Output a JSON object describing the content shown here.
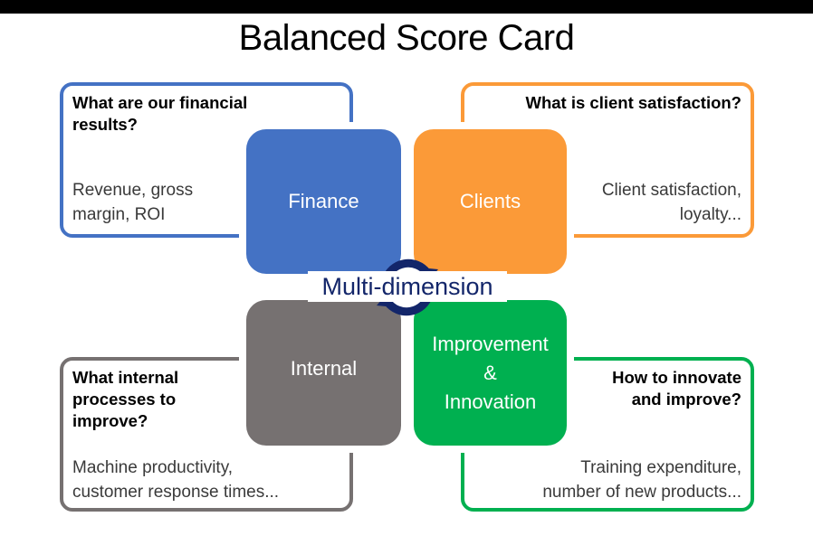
{
  "title": "Balanced Score Card",
  "center": {
    "label": "Multi-dimension",
    "icon": "cycle-arrows-icon",
    "color": "#13266a"
  },
  "quadrants": {
    "finance": {
      "tile_label": [
        "Finance"
      ],
      "question": [
        "What are our financial",
        "results?"
      ],
      "details": [
        "Revenue, gross",
        "margin, ROI"
      ],
      "color": "#4472c4"
    },
    "clients": {
      "tile_label": [
        "Clients"
      ],
      "question": [
        "What is client satisfaction?"
      ],
      "details": [
        "Client satisfaction,",
        "loyalty..."
      ],
      "color": "#fb9a38"
    },
    "internal": {
      "tile_label": [
        "Internal"
      ],
      "question": [
        "What internal",
        "processes to",
        "improve?"
      ],
      "details": [
        "Machine productivity,",
        "customer response times..."
      ],
      "color": "#767171"
    },
    "improvement": {
      "tile_label": [
        "Improvement",
        "&",
        "Innovation"
      ],
      "question": [
        "How to innovate",
        "and improve?"
      ],
      "details": [
        "Training expenditure,",
        "number of new products..."
      ],
      "color": "#00b050"
    }
  }
}
